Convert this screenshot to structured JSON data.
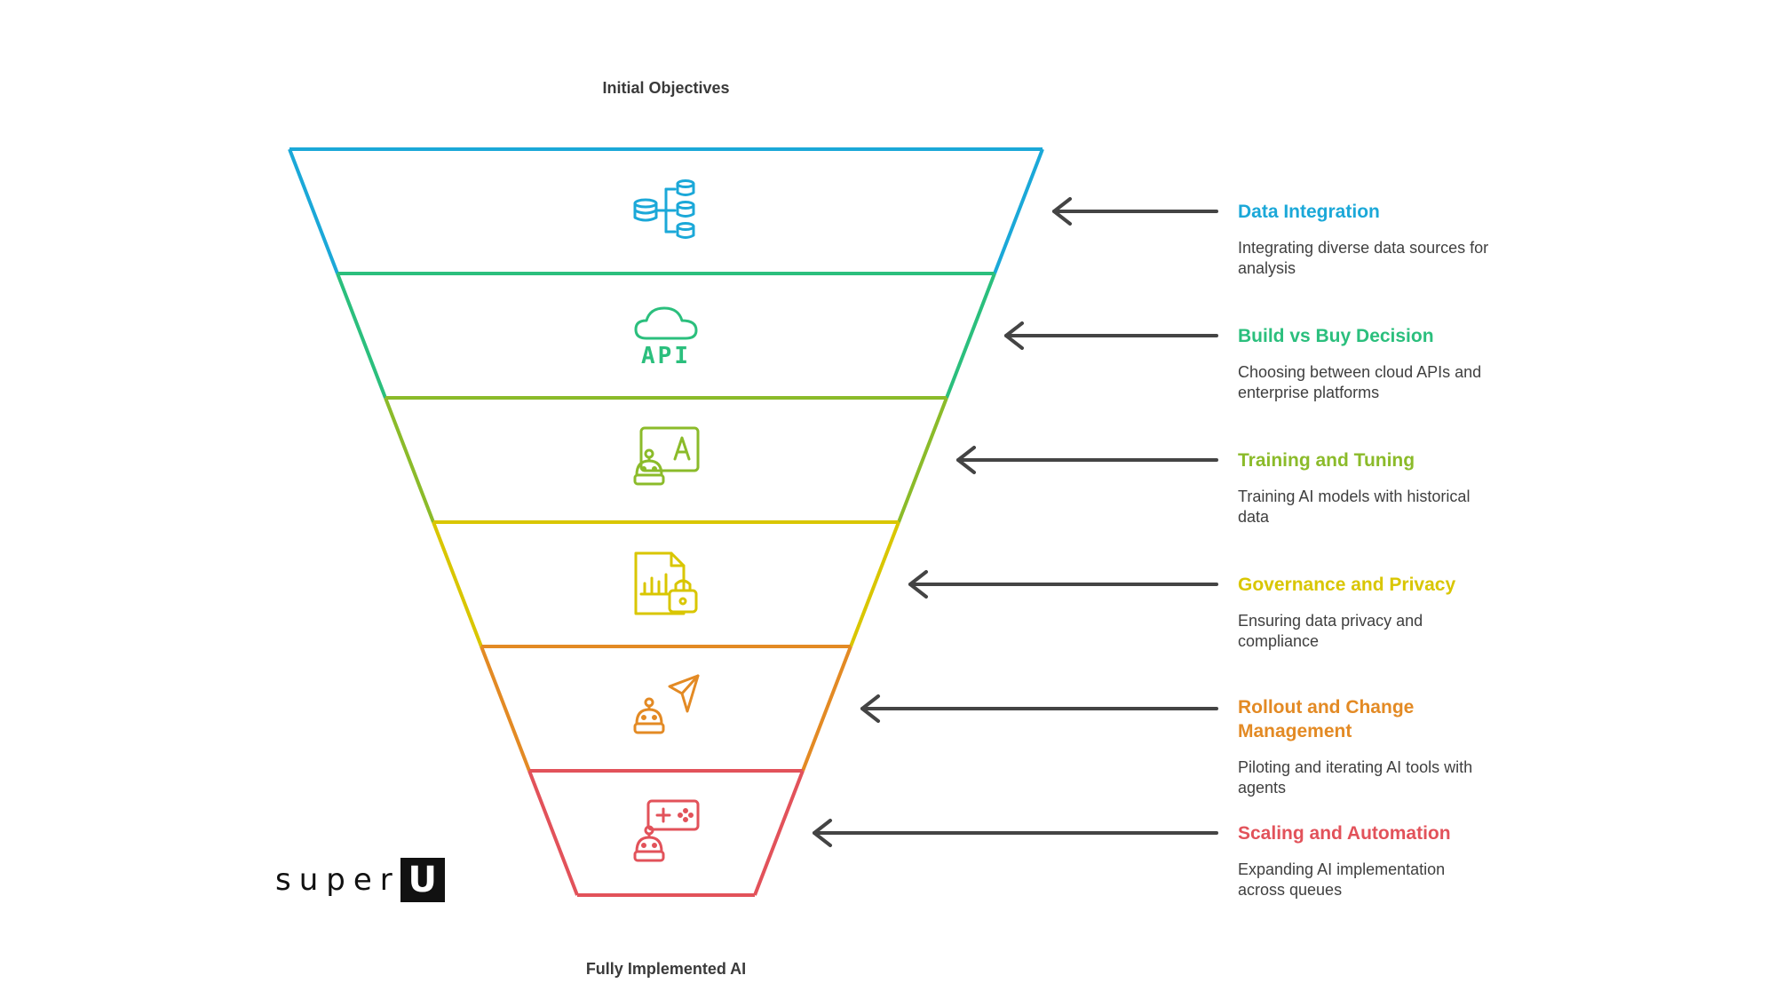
{
  "funnel": {
    "top_label": "Initial Objectives",
    "bottom_label": "Fully Implemented AI",
    "stages": [
      {
        "title": "Data Integration",
        "description": "Integrating diverse data sources for analysis",
        "color": "#1ba8d8",
        "icon": "database-network-icon"
      },
      {
        "title": "Build vs Buy Decision",
        "description": "Choosing between cloud APIs and enterprise platforms",
        "color": "#2bbf7d",
        "icon": "cloud-api-icon"
      },
      {
        "title": "Training and Tuning",
        "description": "Training AI models with historical data",
        "color": "#8bbb2a",
        "icon": "robot-training-icon"
      },
      {
        "title": "Governance and Privacy",
        "description": "Ensuring data privacy and compliance",
        "color": "#d9c600",
        "icon": "chart-lock-icon"
      },
      {
        "title": "Rollout and Change Management",
        "description": "Piloting and iterating AI tools with agents",
        "color": "#e38a24",
        "icon": "robot-send-icon"
      },
      {
        "title": "Scaling and Automation",
        "description": "Expanding AI implementation across queues",
        "color": "#e2525a",
        "icon": "robot-gamepad-icon"
      }
    ]
  },
  "logo": {
    "text": "super",
    "box_letter": "U"
  }
}
